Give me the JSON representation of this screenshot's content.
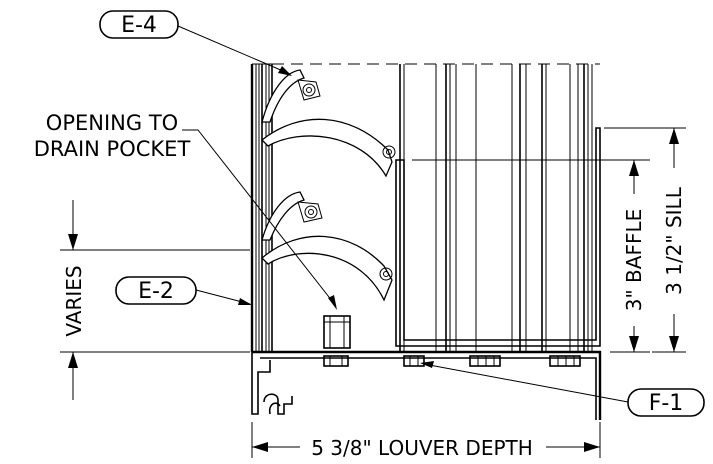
{
  "callouts": {
    "e4": "E-4",
    "e2": "E-2",
    "f1": "F-1"
  },
  "labels": {
    "opening_line1": "OPENING TO",
    "opening_line2": "DRAIN POCKET",
    "varies": "VARIES",
    "baffle": "3\" BAFFLE",
    "sill": "3 1/2\" SILL",
    "louver_depth": "5 3/8\" LOUVER DEPTH"
  },
  "colors": {
    "line": "#000000",
    "background": "#ffffff"
  }
}
